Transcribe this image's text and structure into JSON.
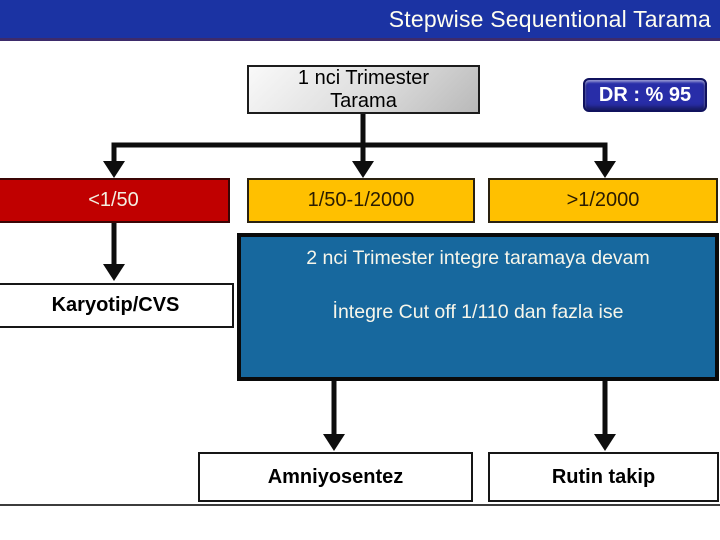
{
  "slide": {
    "title": "Stepwise Sequentional Tarama",
    "colors": {
      "title_bar_blue": "#1b33a3",
      "title_underline_purple": "#3d2b6b",
      "high_risk_red": "#c00000",
      "risk_gold": "#ffc000",
      "integrated_teal": "#17689e",
      "dr_badge_navy": "#282da8",
      "arrow_black": "#0d0d0d"
    }
  },
  "nodes": {
    "first_trimester": {
      "line1": "1 nci Trimester",
      "line2": "Tarama"
    },
    "dr_badge": "DR : % 95",
    "risk_high": "<1/50",
    "risk_mid": "1/50-1/2000",
    "risk_low": ">1/2000",
    "second_trimester": {
      "line1": "2 nci Trimester integre taramaya devam",
      "line2": "İntegre Cut off 1/110 dan fazla ise"
    },
    "karyotype": "Karyotip/CVS",
    "amniocentesis": "Amniyosentez",
    "routine_followup": "Rutin takip"
  }
}
